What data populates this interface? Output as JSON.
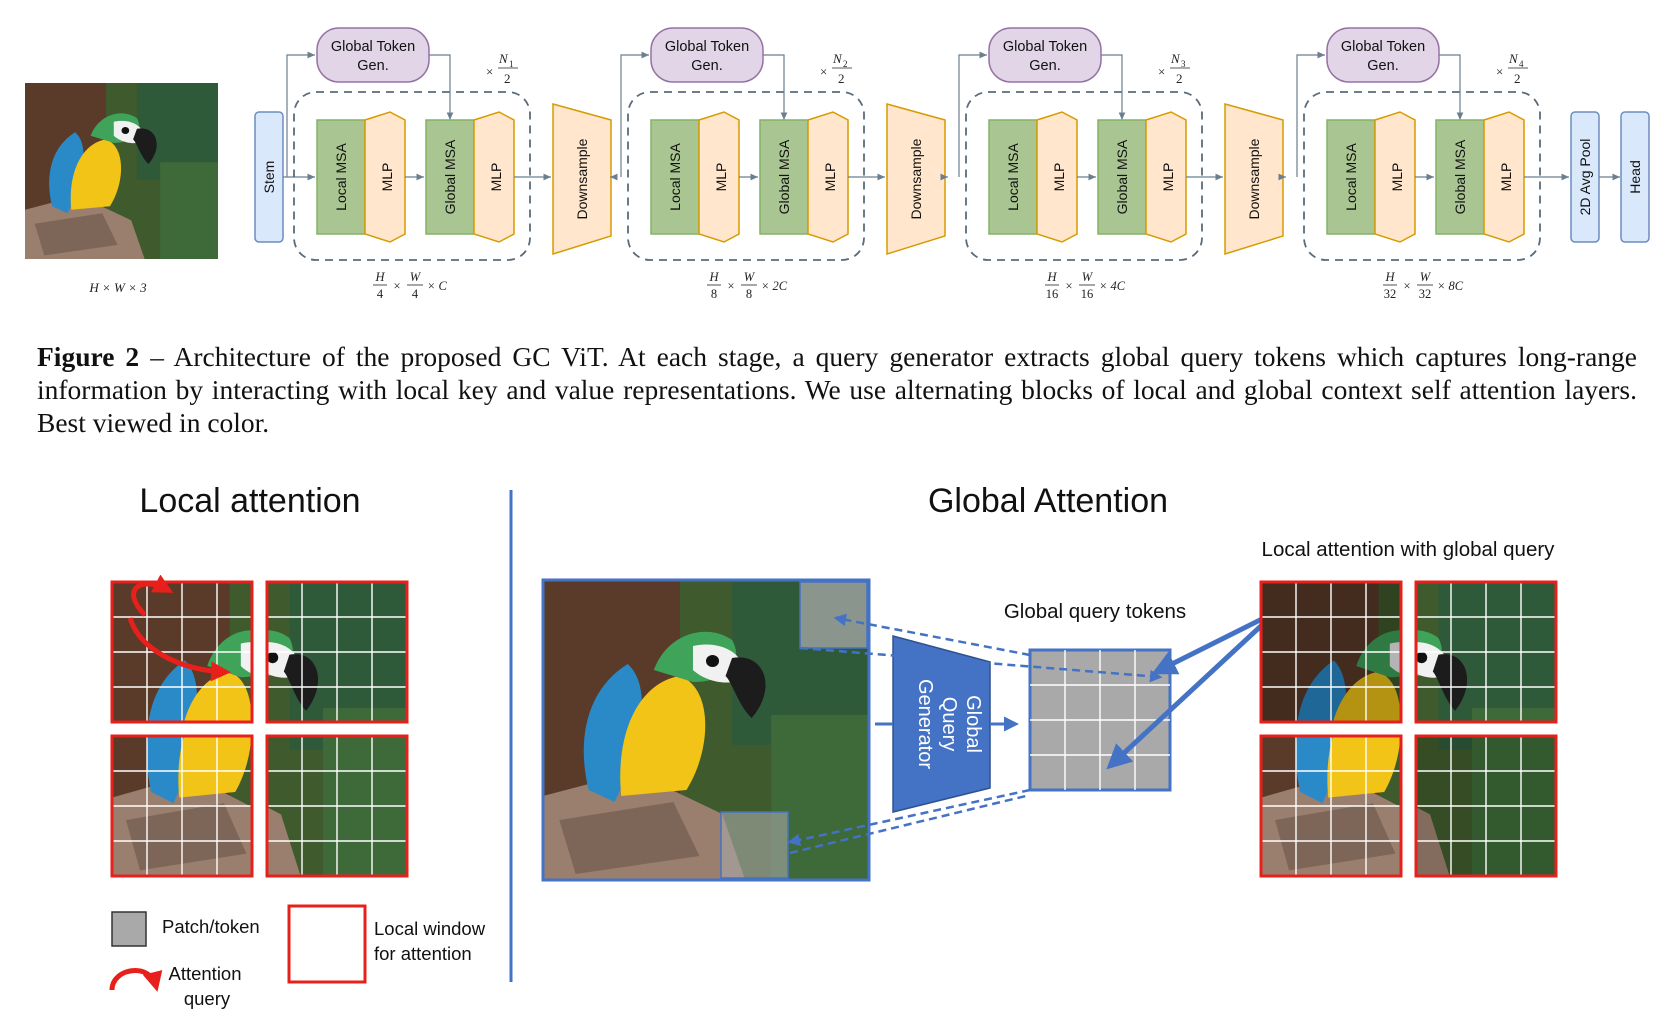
{
  "top_diagram": {
    "input_label": "H × W × 3",
    "stem_label": "Stem",
    "global_token_gen_line1": "Global Token",
    "global_token_gen_line2": "Gen.",
    "local_msa_label": "Local MSA",
    "global_msa_label": "Global MSA",
    "mlp_label": "MLP",
    "downsample_label": "Downsample",
    "pool_label": "2D Avg Pool",
    "head_label": "Head",
    "stages": [
      {
        "repeat_num": "N",
        "repeat_sub": "1",
        "repeat_den": "2",
        "res_h": "H",
        "res_h_den": "4",
        "res_w": "W",
        "res_w_den": "4",
        "channels": "× C"
      },
      {
        "repeat_num": "N",
        "repeat_sub": "2",
        "repeat_den": "2",
        "res_h": "H",
        "res_h_den": "8",
        "res_w": "W",
        "res_w_den": "8",
        "channels": "× 2C"
      },
      {
        "repeat_num": "N",
        "repeat_sub": "3",
        "repeat_den": "2",
        "res_h": "H",
        "res_h_den": "16",
        "res_w": "W",
        "res_w_den": "16",
        "channels": "× 4C"
      },
      {
        "repeat_num": "N",
        "repeat_sub": "4",
        "repeat_den": "2",
        "res_h": "H",
        "res_h_den": "32",
        "res_w": "W",
        "res_w_den": "32",
        "channels": "× 8C"
      }
    ],
    "times_symbol": "×",
    "colors": {
      "stem_fill": "#dae8fc",
      "stem_stroke": "#6c8ebf",
      "gen_fill": "#e1d5e7",
      "gen_stroke": "#9673a6",
      "msa_fill": "#a9c591",
      "msa_stroke": "#82b366",
      "mlp_fill": "#ffe6cc",
      "mlp_stroke": "#d79b00",
      "down_fill": "#ffe6cc",
      "down_stroke": "#d79b00"
    }
  },
  "caption": {
    "figure_label": "Figure 2",
    "text": " – Architecture of the proposed GC ViT. At each stage, a query generator extracts global query tokens which captures long-range information by interacting with local key and value representations. We use alternating blocks of local and global context self attention layers. Best viewed in color."
  },
  "bottom_diagram": {
    "local_title": "Local attention",
    "global_title": "Global Attention",
    "legend_patch": "Patch/token",
    "legend_window_line1": "Local window",
    "legend_window_line2": "for attention",
    "legend_attention_line1": "Attention",
    "legend_attention_line2": "query",
    "global_query_tokens": "Global query tokens",
    "generator_line1": "Global",
    "generator_line2": "Query",
    "generator_line3": "Generator",
    "local_with_global": "Local attention with global query",
    "colors": {
      "window_red": "#e8201c",
      "blue": "#4472c4",
      "token_gray": "#a9a9a9"
    }
  }
}
